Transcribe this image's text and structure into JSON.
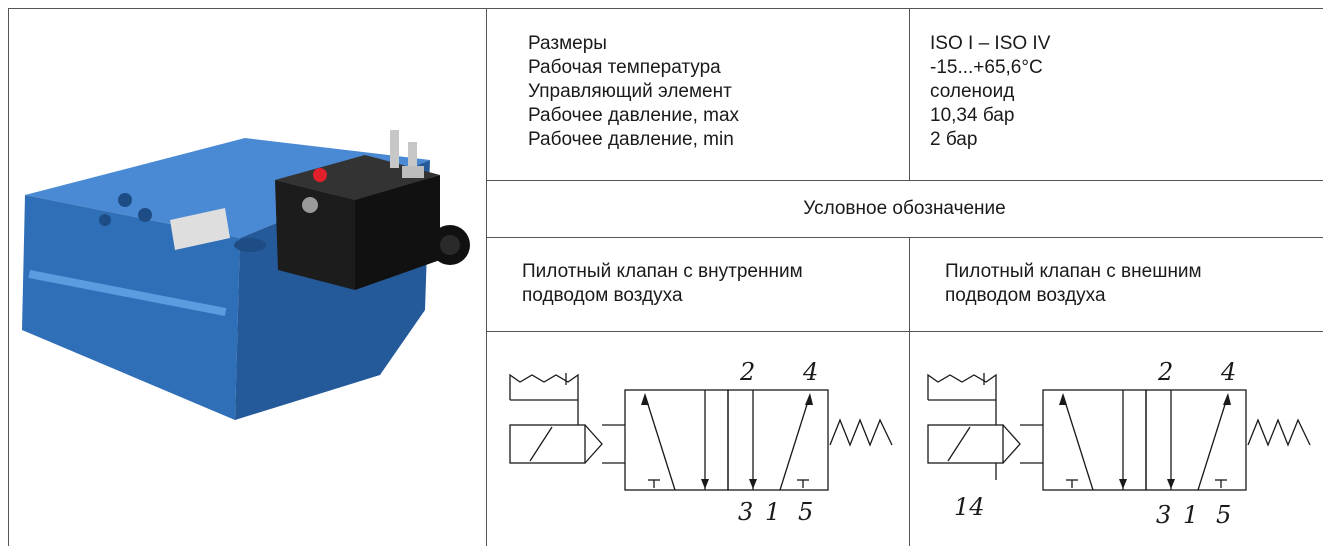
{
  "specs": {
    "rows": [
      {
        "label": "Размеры",
        "value": "ISO I – ISO IV"
      },
      {
        "label": "Рабочая температура",
        "value": "-15...+65,6°C"
      },
      {
        "label": "Управляющий элемент",
        "value": "соленоид"
      },
      {
        "label": "Рабочее давление, max",
        "value": "10,34 бар"
      },
      {
        "label": "Рабочее давление, min",
        "value": "2 бар"
      }
    ]
  },
  "symbol_section": {
    "title": "Условное обозначение",
    "internal_pilot": {
      "caption_line1": "Пилотный клапан с внутренним",
      "caption_line2": "подводом воздуха",
      "ports": {
        "p2": "2",
        "p4": "4",
        "p3": "3",
        "p1": "1",
        "p5": "5"
      }
    },
    "external_pilot": {
      "caption_line1": "Пилотный клапан с внешним",
      "caption_line2": "подводом воздуха",
      "ports": {
        "p2": "2",
        "p4": "4",
        "p3": "3",
        "p1": "1",
        "p5": "5",
        "p14": "14"
      }
    }
  },
  "colors": {
    "valve_body": "#2f73c0",
    "coil": "#1c1c1c",
    "indicator": "#e0202a",
    "grid": "#555555"
  }
}
